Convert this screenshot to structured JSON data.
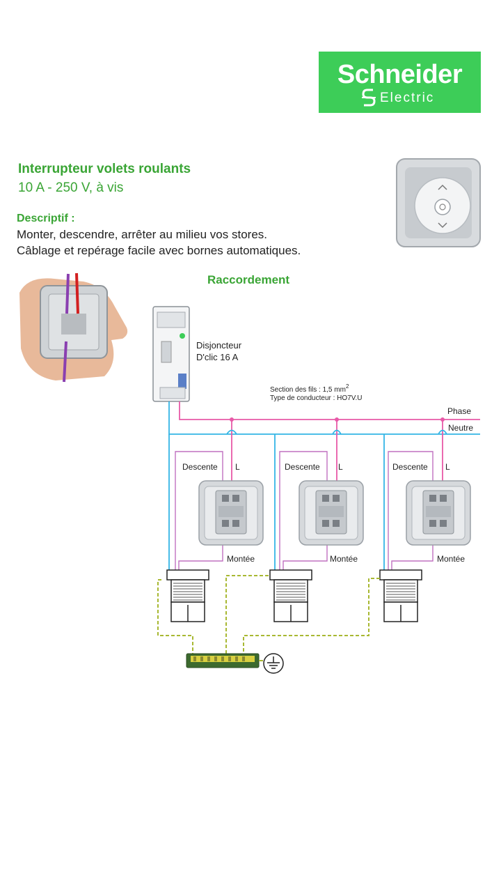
{
  "brand": {
    "name": "Schneider",
    "sub": "Electric",
    "color": "#3dcd58"
  },
  "product": {
    "title": "Interrupteur volets roulants",
    "subtitle": "10 A - 250 V, à vis"
  },
  "description": {
    "heading": "Descriptif :",
    "lines": [
      "Monter, descendre, arrêter au milieu vos stores.",
      "Câblage et repérage facile avec bornes automatiques."
    ]
  },
  "section": {
    "heading": "Raccordement"
  },
  "diagram": {
    "breaker_label_1": "Disjoncteur",
    "breaker_label_2": "D'clic 16 A",
    "wire_section": "Section des fils : 1,5 mm",
    "wire_section_sup": "2",
    "conductor_type": "Type de conducteur : HO7V.U",
    "phase": "Phase",
    "neutre": "Neutre",
    "descente": "Descente",
    "l": "L",
    "montee": "Montée",
    "colors": {
      "phase": "#e85aa8",
      "neutre": "#33b5e5",
      "earth": "#b7c43a",
      "wire_violet": "#c070c0"
    }
  }
}
